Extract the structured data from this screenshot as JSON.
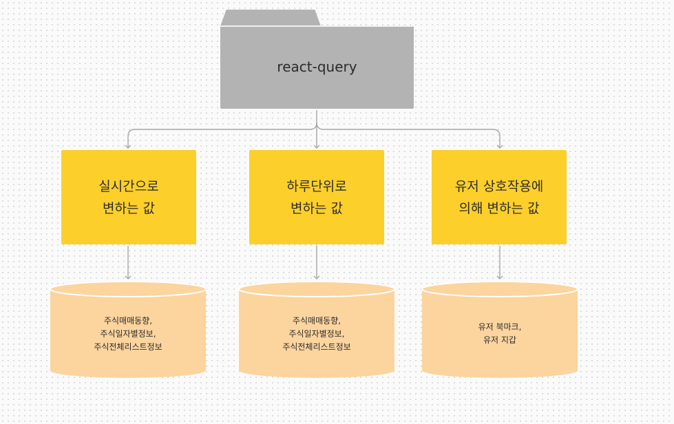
{
  "root": {
    "label": "react-query"
  },
  "categories": [
    {
      "line1": "실시간으로",
      "line2": "변하는 값"
    },
    {
      "line1": "하루단위로",
      "line2": "변하는 값"
    },
    {
      "line1": "유저 상호작용에",
      "line2": "의해 변하는 값"
    }
  ],
  "stores": [
    {
      "lines": [
        "주식매매동향,",
        "주식일자별정보,",
        "주식전체리스트정보"
      ]
    },
    {
      "lines": [
        "주식매매동향,",
        "주식일자별정보,",
        "주식전체리스트정보"
      ]
    },
    {
      "lines": [
        "유저 북마크,",
        "유저 지갑"
      ]
    }
  ],
  "colors": {
    "folder": "#b3b3b3",
    "category": "#fccf2a",
    "store_fill": "#fcd49e",
    "store_stroke": "#ffffff",
    "connector": "#a8a8a8"
  }
}
